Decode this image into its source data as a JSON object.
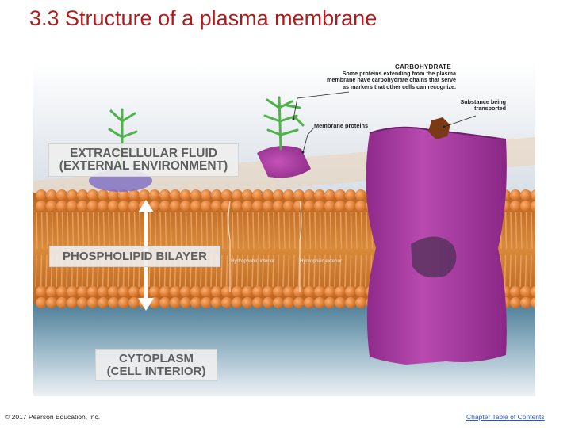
{
  "slide": {
    "title": "3.3 Structure of a plasma membrane"
  },
  "figure": {
    "labels": {
      "extracellular_line1": "EXTRACELLULAR FLUID",
      "extracellular_line2": "(EXTERNAL ENVIRONMENT)",
      "phospholipid": "PHOSPHOLIPID BILAYER",
      "cytoplasm_line1": "CYTOPLASM",
      "cytoplasm_line2": "(CELL INTERIOR)"
    },
    "annotations": {
      "carbohydrate_title": "CARBOHYDRATE",
      "carbohydrate_line1": "Some proteins extending from the plasma",
      "carbohydrate_line2": "membrane have carbohydrate chains that serve",
      "carbohydrate_line3": "as markers that other cells can recognize.",
      "substance_line1": "Substance being",
      "substance_line2": "transported",
      "membrane_proteins": "Membrane proteins",
      "hydrophobic": "Hydrophobic interior",
      "hydrophilic": "Hydrophilic exterior"
    },
    "colors": {
      "title": "#b01c1c",
      "fluid": "#dfe6ed",
      "head_group": "#e07a24",
      "tail": "#c9712a",
      "cytoplasm": "#5f8fa5",
      "protein": "#a83da0",
      "carbohydrate": "#4fb34a",
      "substance": "#7a3a16"
    }
  },
  "footer": {
    "copyright": "© 2017 Pearson Education, Inc.",
    "link": "Chapter Table of Contents"
  }
}
